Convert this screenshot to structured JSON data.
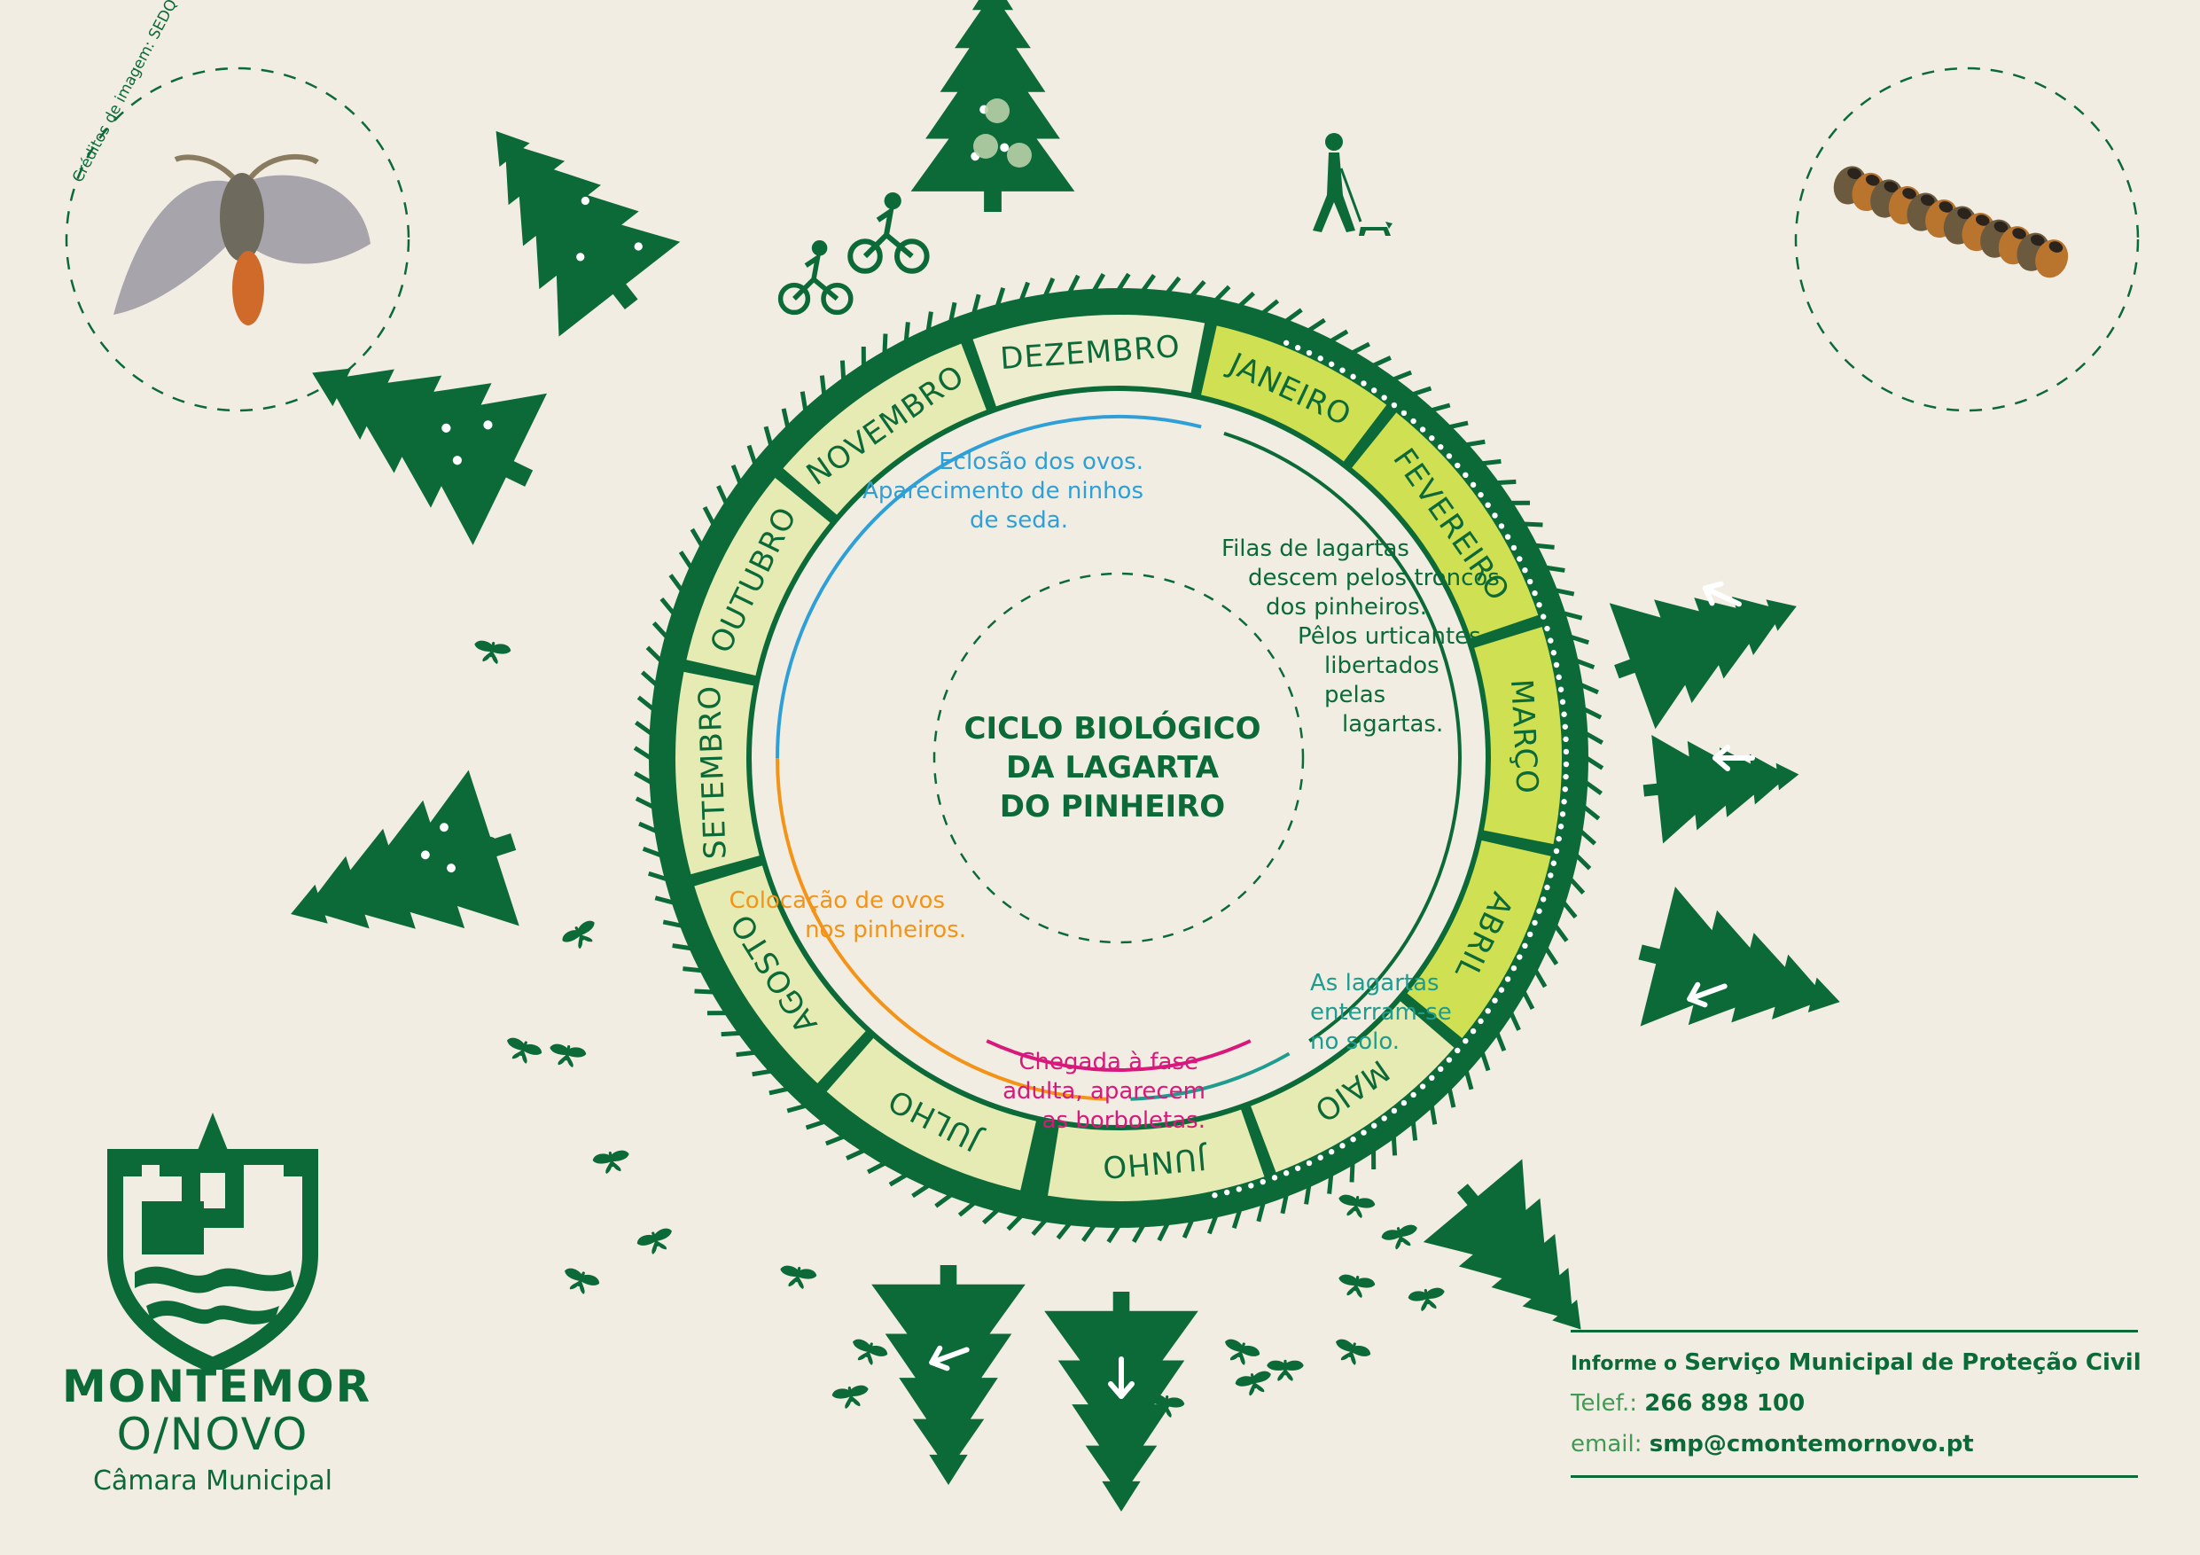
{
  "colors": {
    "forest": "#0c6a38",
    "month_bright": "#cfe052",
    "month_light": "#e6ebb4",
    "month_pale": "#eeedd0",
    "blue": "#2f9fd8",
    "dark_green": "#0c6a38",
    "orange": "#f39419",
    "magenta": "#d8197c",
    "teal": "#1f9c8e",
    "background": "#f2ede2"
  },
  "credits": "Créditos de imagem: SEDQ",
  "diagram": {
    "title_lines": [
      "CICLO BIOLÓGICO",
      "DA LAGARTA",
      "DO PINHEIRO"
    ],
    "months": [
      "JANEIRO",
      "FEVEREIRO",
      "MARÇO",
      "ABRIL",
      "MAIO",
      "JUNHO",
      "JULHO",
      "AGOSTO",
      "SETEMBRO",
      "OUTUBRO",
      "NOVEMBRO",
      "DEZEMBRO"
    ],
    "notes": {
      "eggs_hatch": [
        "Eclosão dos ovos.",
        "Aparecimento de ninhos",
        "de seda."
      ],
      "processions": [
        "Filas de lagartas",
        "descem pelos troncos",
        "dos pinheiros.",
        "Pêlos urticantes",
        "libertados pelas",
        "lagartas."
      ],
      "bury": [
        "As lagartas",
        "enterram-se",
        "no solo."
      ],
      "adult": [
        "Chegada à fase",
        "adulta, aparecem",
        "as borboletas."
      ],
      "laying": [
        "Colocação de ovos",
        "nos pinheiros."
      ]
    },
    "icons": [
      "moth-photo-icon",
      "caterpillar-photo-icon",
      "pine-tree-icon",
      "cyclist-icon",
      "walker-with-dog-icon",
      "butterfly-icon",
      "arrow-icon"
    ]
  },
  "logo": {
    "line1": "MONTEMOR",
    "line2": "O/NOVO",
    "line3": "Câmara Municipal"
  },
  "contact": {
    "inform_prefix": "Informe o",
    "inform_service": "Serviço Municipal de Proteção Civil",
    "phone_label": "Telef.:",
    "phone": "266 898 100",
    "email_label": "email:",
    "email": "smp@cmontemornovo.pt"
  }
}
